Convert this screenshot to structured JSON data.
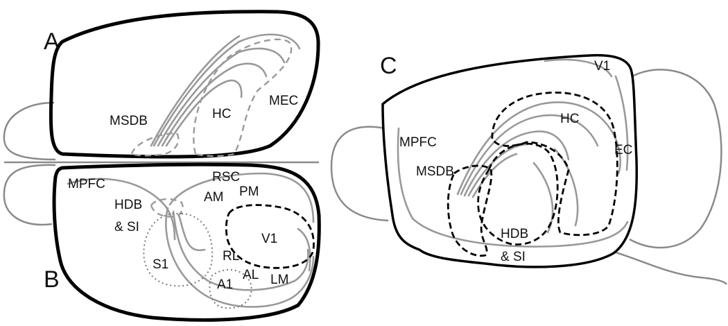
{
  "panels": {
    "a": {
      "letter": "A",
      "labels": {
        "msdb": "MSDB",
        "hc": "HC",
        "mec": "MEC"
      }
    },
    "b": {
      "letter": "B",
      "labels": {
        "mpfc": "MPFC",
        "hdb_line1": "HDB",
        "hdb_line2": "& SI",
        "rsc": "RSC",
        "am": "AM",
        "pm": "PM",
        "v1": "V1",
        "s1": "S1",
        "rl": "RL",
        "al": "AL",
        "a1": "A1",
        "lm": "LM"
      }
    },
    "c": {
      "letter": "C",
      "labels": {
        "v1": "V1",
        "hc": "HC",
        "ec": "EC",
        "mpfc": "MPFC",
        "msdb": "MSDB",
        "hdb_line1": "HDB",
        "hdb_line2": "& SI"
      }
    }
  },
  "colors": {
    "outline": "#000000",
    "gray_structure": "#999999",
    "dashed_gray": "#9a9a9a",
    "dashed_black": "#000000"
  }
}
